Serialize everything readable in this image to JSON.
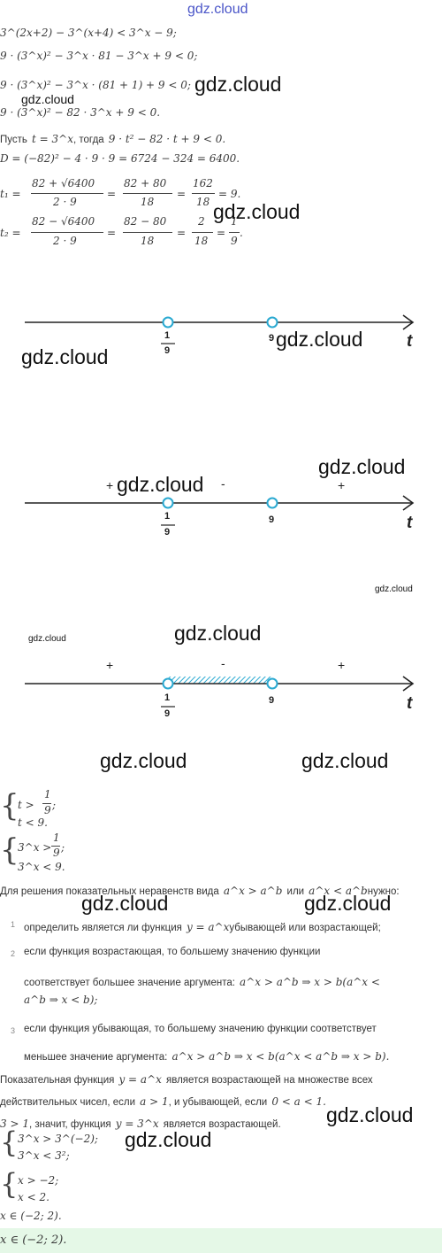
{
  "header": {
    "site": "gdz.cloud"
  },
  "solution": {
    "line1": "3^(2x+2) − 3^(x+4) < 3^x − 9;",
    "line2": "9 · (3^x)² − 3^x · 81 − 3^x + 9 < 0;",
    "line3": "9 · (3^x)² − 3^x · (81 + 1) + 9 < 0;",
    "line4": "9 · (3^x)² − 82 · 3^x + 9 < 0.",
    "let_prefix": "Пусть",
    "let_t": "t = 3^x",
    "let_then": ", тогда",
    "let_eq": "9 · t² − 82 · t + 9 < 0.",
    "discriminant": "D = (−82)² − 4 · 9 · 9 = 6724 − 324 = 6400.",
    "t1_label": "t₁ =",
    "t1_num": "82 + √6400",
    "t1_den": "2 · 9",
    "t1_num2": "82 + 80",
    "t1_den2": "18",
    "t1_num3": "162",
    "t1_den3": "18",
    "t1_result": "= 9.",
    "t2_label": "t₂ =",
    "t2_num": "82 − √6400",
    "t2_den": "2 · 9",
    "t2_num2": "82 − 80",
    "t2_den2": "18",
    "t2_num3": "2",
    "t2_den3": "18",
    "t2_num4": "1",
    "t2_den4": "9",
    "eq": "=",
    "dot": "."
  },
  "number_lines": {
    "axis_label": "t",
    "point1_num": "1",
    "point1_den": "9",
    "point2": "9",
    "sign_plus": "+",
    "sign_minus": "-"
  },
  "systems": {
    "s1_a": "t >",
    "s1_a_num": "1",
    "s1_a_den": "9",
    "s1_a_end": ";",
    "s1_b": "t < 9.",
    "s2_a": "3^x >",
    "s2_a_num": "1",
    "s2_a_den": "9",
    "s2_a_end": ";",
    "s2_b": "3^x < 9."
  },
  "theory": {
    "intro_text": "Для решения показательных неравенств вида",
    "intro_m1": "a^x > a^b",
    "intro_or": "или",
    "intro_m2": "a^x < a^b",
    "intro_end": "нужно:",
    "item1_num": "1",
    "item1_text": "определить является ли функция",
    "item1_m": "y = a^x",
    "item1_end": "убывающей или возрастающей;",
    "item2_num": "2",
    "item2_line1": "если функция возрастающая, то большему значению функции",
    "item2_line2": "соответствует большее значение аргумента:",
    "item2_m1": "a^x > a^b ⇒ x > b(a^x <",
    "item2_m2": "a^b ⇒ x < b);",
    "item3_num": "3",
    "item3_line1": "если функция убывающая, то большему значению функции соответствует",
    "item3_line2": "меньшее значение аргумента:",
    "item3_m": "a^x > a^b ⇒ x < b(a^x < a^b ⇒ x > b).",
    "exp_line1_a": "Показательная функция",
    "exp_line1_m": "y = a^x",
    "exp_line1_b": "является возрастающей на множестве всех",
    "exp_line2_a": "действительных чисел, если",
    "exp_line2_m1": "a > 1",
    "exp_line2_b": ", и убывающей, если",
    "exp_line2_m2": "0 < a < 1.",
    "exp_line3_m1": "3 > 1",
    "exp_line3_a": ", значит, функция",
    "exp_line3_m2": "y = 3^x",
    "exp_line3_b": "является возрастающей."
  },
  "final": {
    "sys1_a": "3^x > 3^(−2);",
    "sys1_b": "3^x < 3²;",
    "sys2_a": "x > −2;",
    "sys2_b": "x < 2.",
    "result": "x ∈ (−2; 2).",
    "answer": "x ∈ (−2; 2)."
  },
  "watermarks": {
    "w": "gdz.cloud"
  }
}
